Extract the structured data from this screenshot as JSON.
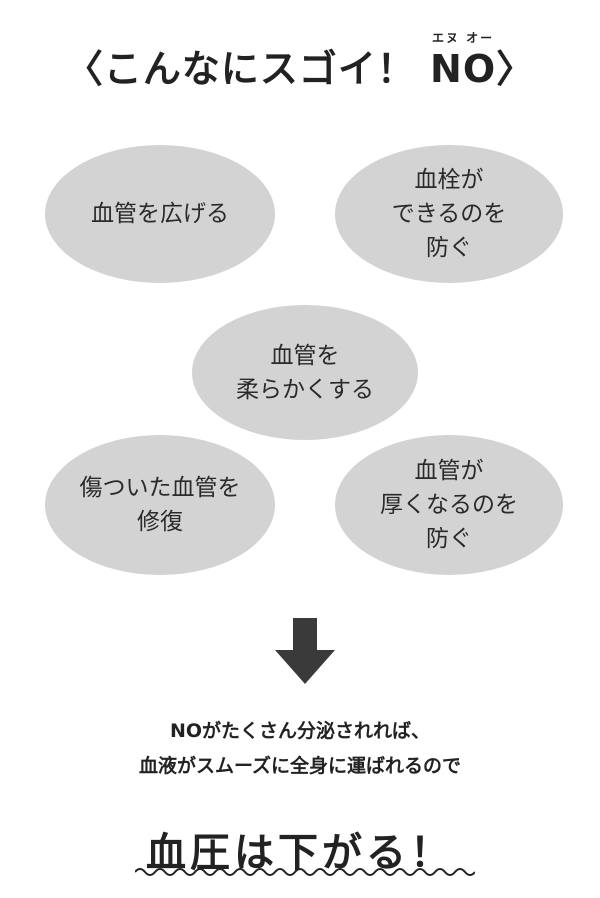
{
  "title": {
    "prefix": "〈こんなにスゴイ！ ",
    "no": "NO",
    "no_ruby": "エヌ オー",
    "suffix": "〉"
  },
  "benefits": [
    "血管を広げる",
    "血栓が\nできるのを\n防ぐ",
    "血管を\n柔らかくする",
    "傷ついた血管を\n修復",
    "血管が\n厚くなるのを\n防ぐ"
  ],
  "explanation": [
    "NOがたくさん分泌されれば、",
    "血液がスムーズに全身に運ばれるので"
  ],
  "conclusion": "血圧は下がる！",
  "colors": {
    "ellipse": "#d3d3d3",
    "arrow": "#3a3a3a",
    "text": "#222222"
  }
}
